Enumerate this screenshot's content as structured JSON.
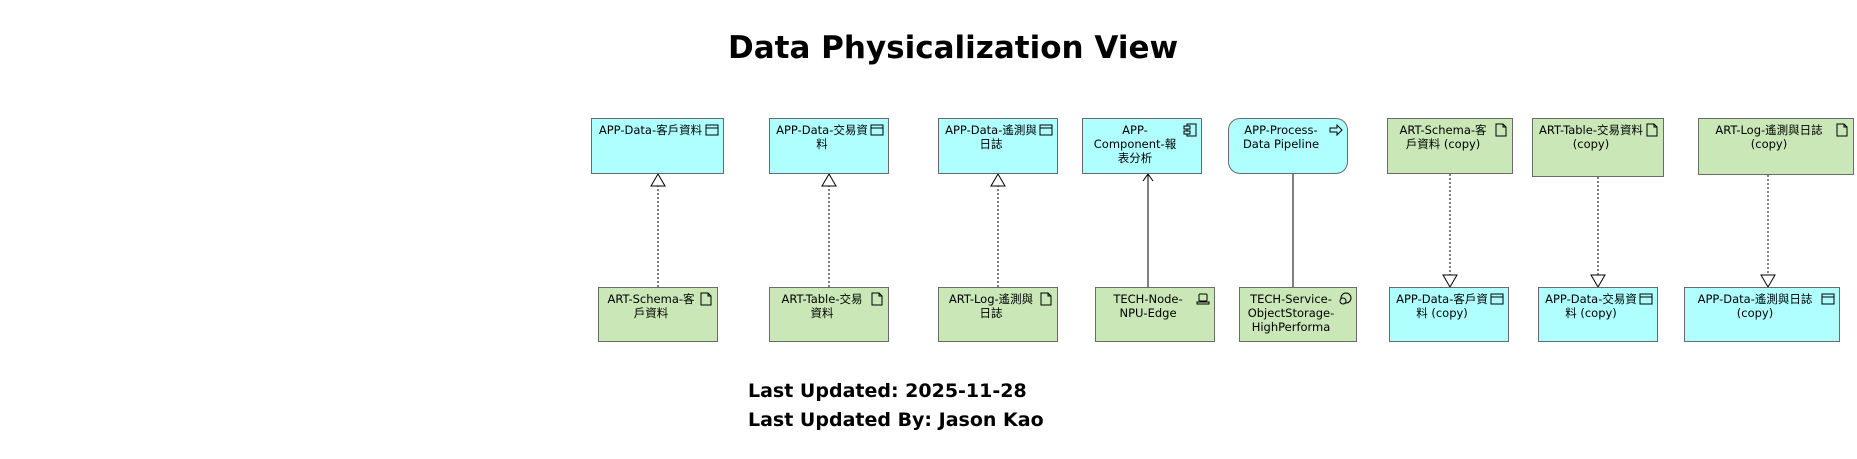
{
  "title": "Data Physicalization View",
  "footer": {
    "updated": "Last Updated: 2025-11-28",
    "updated_by": "Last Updated By: Jason Kao"
  },
  "elements": {
    "app_customer": "APP-Data-客戶資料",
    "app_transaction": "APP-Data-交易資料",
    "app_telemetry": "APP-Data-遙測與日誌",
    "app_component": "APP-Component-報表分析",
    "app_process": "APP-Process-Data Pipeline",
    "art_schema_copy": "ART-Schema-客戶資料 (copy)",
    "art_table_copy": "ART-Table-交易資料 (copy)",
    "art_log_copy": "ART-Log-遙測與日誌 (copy)",
    "art_schema": "ART-Schema-客戶資料",
    "art_table": "ART-Table-交易資料",
    "art_log": "ART-Log-遙測與日誌",
    "tech_node": "TECH-Node-NPU-Edge",
    "tech_service": "TECH-Service-ObjectStorage-HighPerforma",
    "app_customer_copy": "APP-Data-客戶資料 (copy)",
    "app_transaction_copy": "APP-Data-交易資料 (copy)",
    "app_telemetry_copy": "APP-Data-遙測與日誌 (copy)"
  },
  "icons": {
    "data_object": "data-object-icon",
    "artifact": "artifact-icon",
    "component": "component-icon",
    "process": "process-icon",
    "device": "device-icon",
    "service": "technology-service-icon"
  },
  "colors": {
    "application": "#afffff",
    "artifact": "#c9e7b7",
    "technology": "#c9e7b7"
  }
}
